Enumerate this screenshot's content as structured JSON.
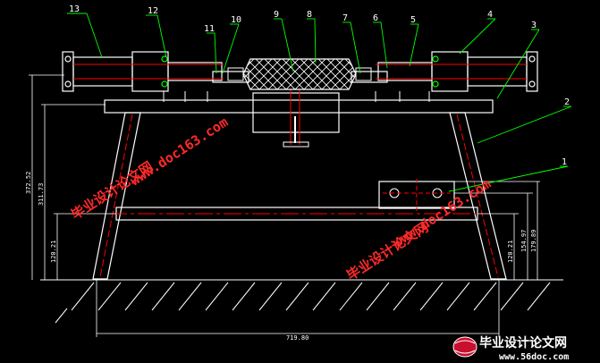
{
  "drawing": {
    "part_numbers": [
      "1",
      "2",
      "3",
      "4",
      "5",
      "6",
      "7",
      "8",
      "9",
      "10",
      "11",
      "12",
      "13"
    ],
    "dimensions": {
      "overall_width": "719.80",
      "height_total": "372.52",
      "height_frame": "311.73",
      "height_rail_left": "120.21",
      "height_rail_right": "120.21",
      "height_block": "154.97",
      "height_block_top": "179.89"
    }
  },
  "watermarks": {
    "site_cn": "毕业设计论文网",
    "site_url": "www.doc163.com",
    "footer_cn": "毕业设计论文网",
    "footer_url": "www.56doc.com"
  },
  "colors": {
    "background": "#000000",
    "outline": "#ffffff",
    "detail": "#ff0000",
    "leader": "#00ff00",
    "watermark": "#ff2a2a"
  }
}
